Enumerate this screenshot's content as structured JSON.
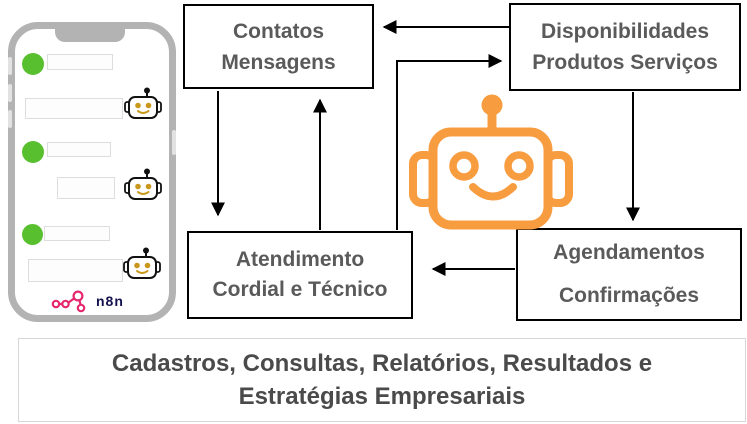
{
  "flow_boxes": {
    "contatos": {
      "line1": "Contatos",
      "line2": "Mensagens"
    },
    "disponibilidades": {
      "line1": "Disponibilidades",
      "line2": "Produtos Serviços"
    },
    "atendimento": {
      "line1": "Atendimento",
      "line2": "Cordial e Técnico"
    },
    "agendamentos": {
      "line1": "Agendamentos",
      "line2": "Confirmações"
    }
  },
  "banner": {
    "line1": "Cadastros, Consultas, Relatórios, Resultados e",
    "line2": "Estratégias Empresariais"
  },
  "phone": {
    "brand_label": "n8n",
    "messages": [
      {
        "from": "contact",
        "icon": "green-circle"
      },
      {
        "from": "bot",
        "icon": "robot-face"
      },
      {
        "from": "contact",
        "icon": "green-circle"
      },
      {
        "from": "bot",
        "icon": "robot-face"
      },
      {
        "from": "contact",
        "icon": "green-circle"
      },
      {
        "from": "bot",
        "icon": "robot-face"
      }
    ]
  },
  "icons": {
    "center_icon": "orange-robot-head",
    "chat_bot_icon": "black-robot-face",
    "contact_icon": "green-circle",
    "logo_icon": "n8n-nodes"
  },
  "colors": {
    "robot_orange": "#F89C40",
    "contact_green": "#58C02F",
    "n8n_pink": "#E5286E",
    "n8n_navy": "#14124F",
    "box_text_gray": "#5A5A5A",
    "banner_text_gray": "#4A4A4A",
    "phone_gray": "#B3B3B3",
    "arrow_black": "#000000",
    "banner_border_gray": "#D7D7D7"
  }
}
